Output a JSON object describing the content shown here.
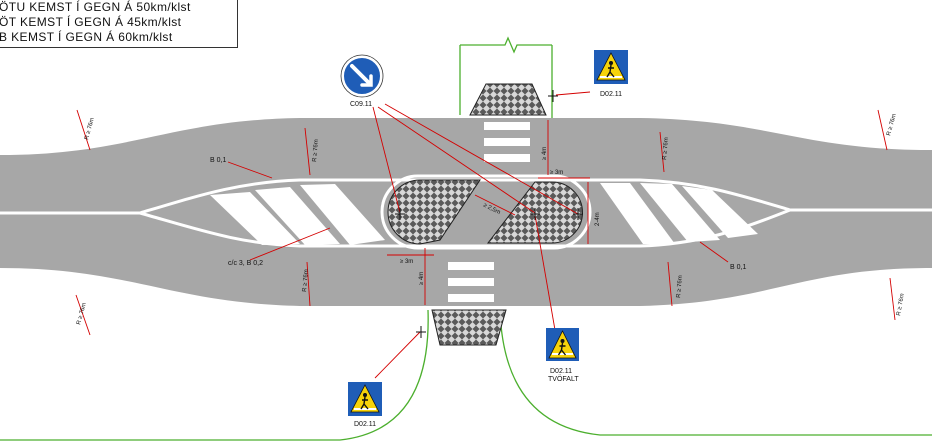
{
  "legend": {
    "lines": [
      "ÖTU KEMST Í GEGN Á 50km/klst",
      "ÖT KEMST Í GEGN Á 45km/klst",
      "B KEMST Í GEGN Á 60km/klst"
    ]
  },
  "signs": {
    "keep_right": "C09.11",
    "crossing_top": "D02.11",
    "crossing_mid": "D02.11",
    "crossing_mid_note": "TVÖFALT",
    "crossing_bottom": "D02.11"
  },
  "markings": {
    "b01_left": "B 0,1",
    "b01_right": "B 0,1",
    "cc3": "c/c 3, B 0,2"
  },
  "dimensions": {
    "r_far_left_top": "R ≥ 76m",
    "r_left_top": "R ≥ 76m",
    "r_right_top": "R ≥ 76m",
    "r_far_right_top": "R ≥ 76m",
    "r_left_bottom": "R ≥ 76m",
    "r_far_left_bottom": "R ≥ 76m",
    "r_right_bottom": "R ≥ 76m",
    "r_far_right_bottom": "R ≥ 76m",
    "crossing_top": "≥ 4m",
    "crossing_bottom": "≥ 4m",
    "island_top": "≥ 3m",
    "island_bottom": "≥ 3m",
    "island_width": "2-4m",
    "gap": "≥ 2,5m"
  },
  "colors": {
    "road": "#a7a7a7",
    "marking": "#ffffff",
    "dimension_line": "#d40000",
    "edge_green": "#4caf2e",
    "sign_yellow": "#f7d30a",
    "sign_blue": "#1f5db7"
  }
}
